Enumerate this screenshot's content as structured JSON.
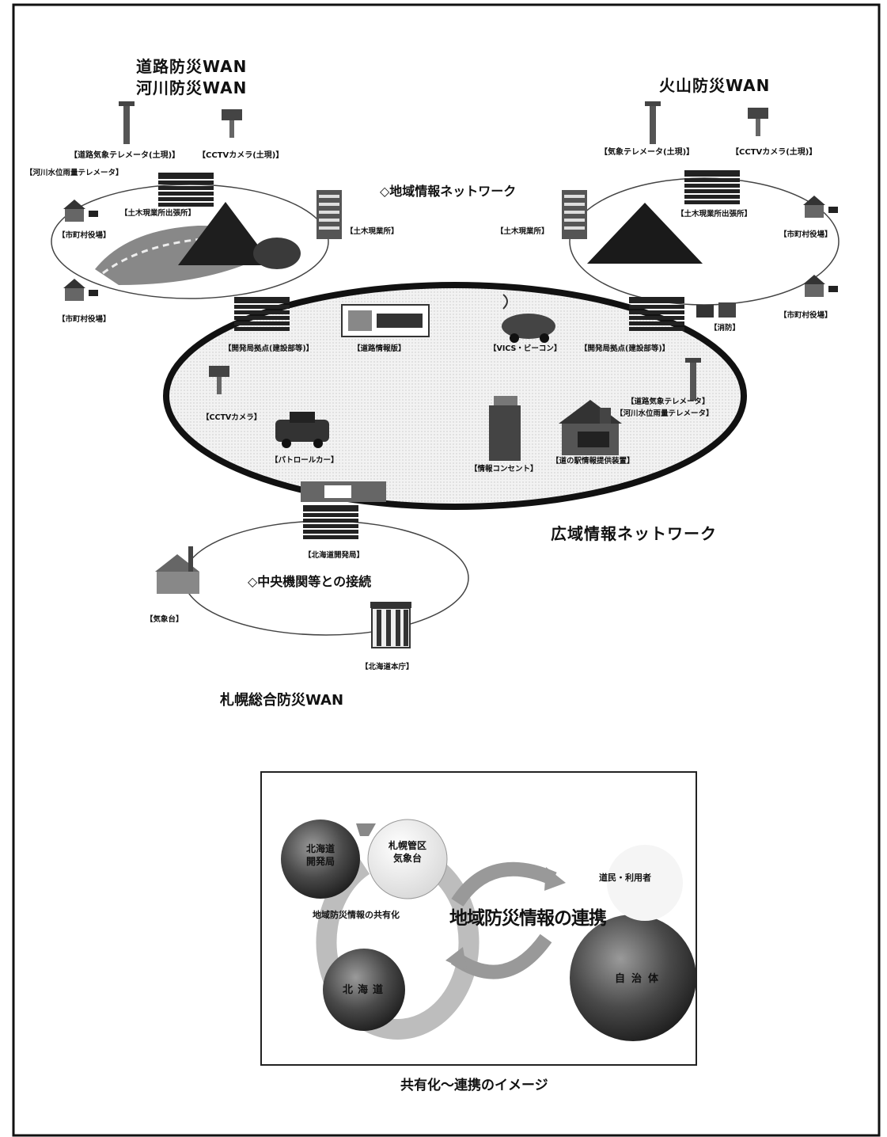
{
  "titles": {
    "road_wan": "道路防災WAN",
    "river_wan": "河川防災WAN",
    "volcano_wan": "火山防災WAN",
    "regional_net": "◇地域情報ネットワーク",
    "wide_net": "広域情報ネットワーク",
    "central_conn": "◇中央機関等との接続",
    "sapporo_wan": "札幌総合防災WAN",
    "image_caption": "共有化～連携のイメージ"
  },
  "left_ring": {
    "road_telemeter": "【道路気象テレメータ(土現)】",
    "cctv": "【CCTVカメラ(土現)】",
    "river_telemeter": "【河川水位雨量テレメータ】",
    "branch_office": "【土木現業所出張所】",
    "municipal_1": "【市町村役場】",
    "municipal_2": "【市町村役場】",
    "civil_office": "【土木現業所】"
  },
  "right_ring": {
    "weather_telemeter": "【気象テレメータ(土現)】",
    "cctv": "【CCTVカメラ(土現)】",
    "branch_office": "【土木現業所出張所】",
    "civil_office": "【土木現業所】",
    "municipal_1": "【市町村役場】",
    "municipal_2": "【市町村役場】",
    "fire": "【消防】"
  },
  "wide_ring": {
    "dev_base_left": "【開発局拠点(建設部等)】",
    "road_info_board": "【道路情報版】",
    "vics": "【VICS・ビーコン】",
    "dev_base_right": "【開発局拠点(建設部等)】",
    "cctv": "【CCTVカメラ】",
    "patrol_car": "【パトロールカー】",
    "info_outlet": "【情報コンセント】",
    "michinoeki": "【道の駅情報提供装置】",
    "road_weather_telemeter": "【道路気象テレメータ】",
    "river_telemeter": "【河川水位雨量テレメータ】"
  },
  "central_ring": {
    "hokkaido_dev_bureau": "【北海道開発局】",
    "met_station": "【気象台】",
    "hokkaido_gov": "【北海道本庁】"
  },
  "image_box": {
    "dev_bureau_line1": "北海道",
    "dev_bureau_line2": "開発局",
    "met_line1": "札幌管区",
    "met_line2": "気象台",
    "hokkaido": "北海道",
    "sharing": "地域防災情報の共有化",
    "linkage": "地域防災情報の連携",
    "citizens": "道民・利用者",
    "municipality": "自治体"
  }
}
